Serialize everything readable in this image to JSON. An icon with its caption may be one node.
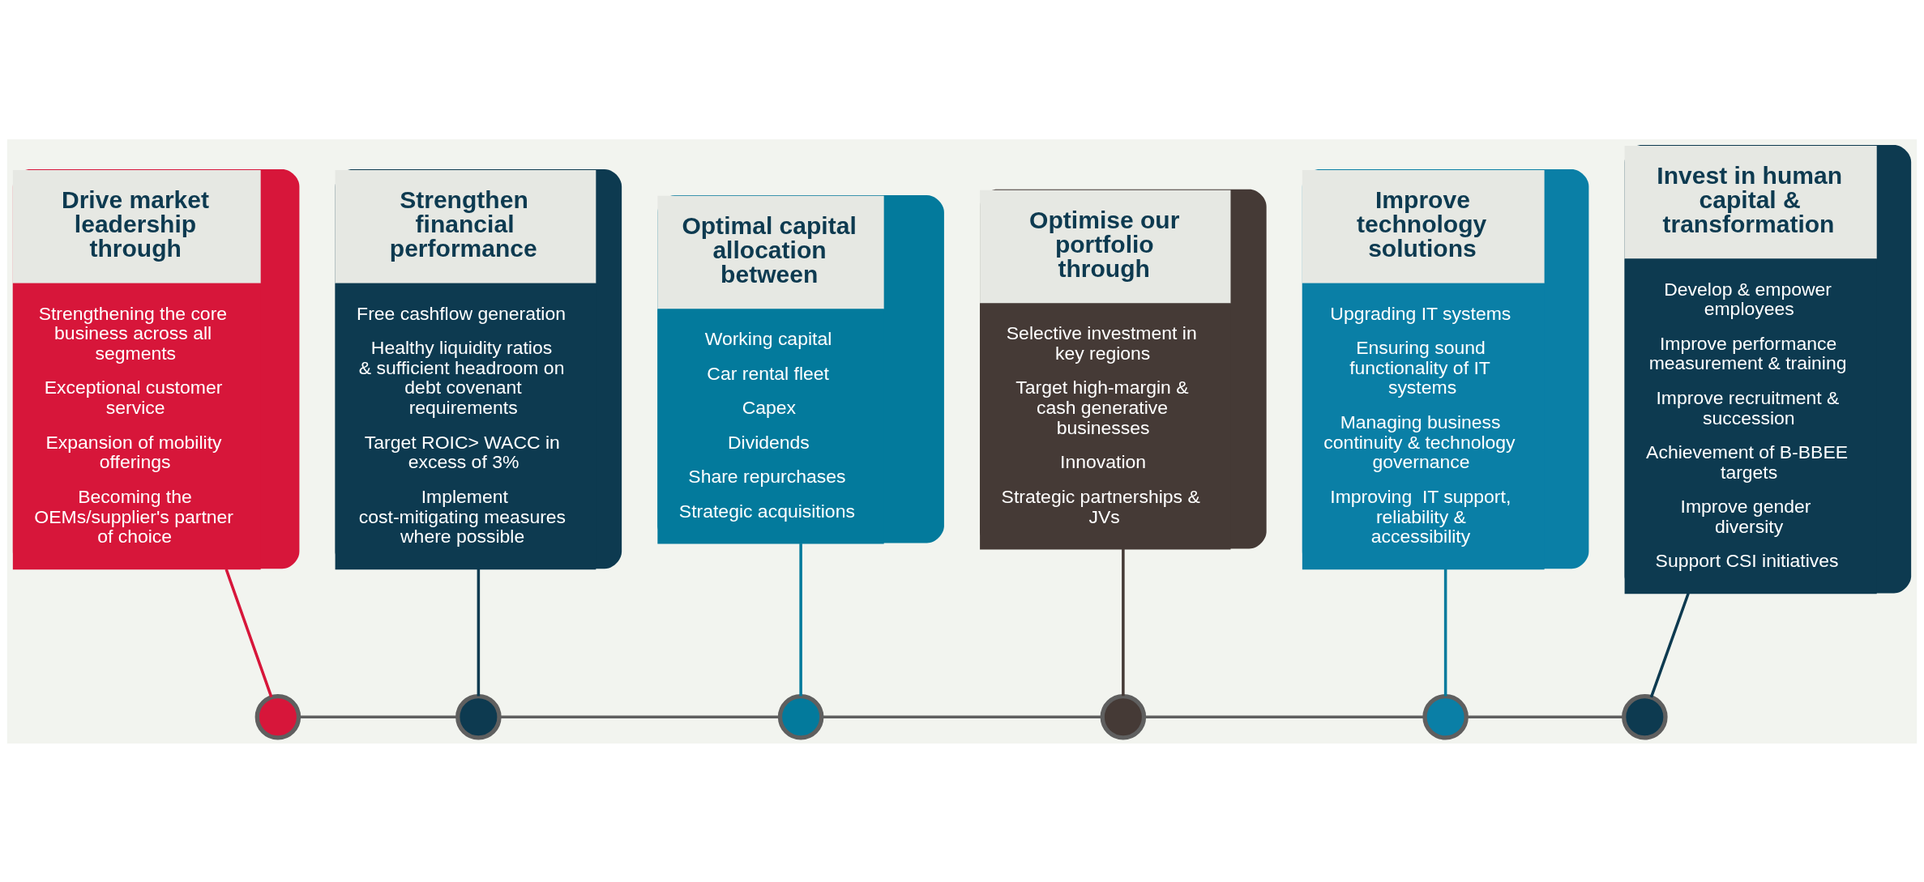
{
  "diagram": {
    "nodes": [
      {
        "text": [
          "Drive market leadership through",
          "Strengthening the core business across all segments",
          "Exceptional customer service",
          "Expansion of mobility offerings",
          "Becoming the OEMs/supplier's partner of choice"
        ]
      },
      {
        "text": [
          "Strengthen financial performance",
          "Free cashflow generation",
          "Healthy liquidity ratios & sufficient headroom on debt covenant requirements",
          "Target ROIC> WACC in excess of 3%",
          "Implement cost-mitigating measures where possible"
        ]
      },
      {
        "text": [
          "Optimal capital allocation between",
          "Working capital",
          "Car rental fleet",
          "Capex",
          "Dividends",
          "Share repurchases",
          "Strategic acquisitions"
        ]
      },
      {
        "text": [
          "Optimise our portfolio through",
          "Selective investment in key regions",
          "Target high-margin & cash generative businesses",
          "Innovation",
          "Strategic partnerships & JVs"
        ]
      },
      {
        "text": [
          "Improve technology solutions",
          "Upgrading IT systems",
          "Ensuring sound functionality of IT systems",
          "Managing business continuity & technology governance",
          "Improving  IT support, reliability & accessibility"
        ]
      },
      {
        "text": [
          "Invest in human capital & transformation",
          "Develop & empower employees",
          "Improve performance measurement & training",
          "Improve recruitment & succession",
          "Achievement of B-BBEE targets",
          "Improve gender  diversity",
          "Support CSI initiatives"
        ]
      },
      {
        "text": [],
        "shape": "circle"
      },
      {
        "text": [],
        "shape": "circle"
      },
      {
        "text": [],
        "shape": "circle"
      },
      {
        "text": [],
        "shape": "circle"
      },
      {
        "text": [],
        "shape": "circle"
      },
      {
        "text": [],
        "shape": "circle"
      }
    ],
    "edges": [
      {
        "from": 0,
        "to": 6,
        "arrow": "none",
        "color": "#d7163a"
      },
      {
        "from": 1,
        "to": 7,
        "arrow": "none",
        "color": "#0d3a50"
      },
      {
        "from": 2,
        "to": 8,
        "arrow": "none",
        "color": "#037a9c"
      },
      {
        "from": 3,
        "to": 9,
        "arrow": "none",
        "color": "#453a36"
      },
      {
        "from": 4,
        "to": 10,
        "arrow": "none",
        "color": "#037a9c"
      },
      {
        "from": 5,
        "to": 11,
        "arrow": "none",
        "color": "#0d3a50"
      },
      {
        "from": 6,
        "to": 7,
        "arrow": "none",
        "color": "#5f5f5f"
      },
      {
        "from": 7,
        "to": 8,
        "arrow": "none",
        "color": "#5f5f5f"
      },
      {
        "from": 8,
        "to": 9,
        "arrow": "none",
        "color": "#5f5f5f"
      },
      {
        "from": 9,
        "to": 10,
        "arrow": "none",
        "color": "#5f5f5f"
      },
      {
        "from": 10,
        "to": 11,
        "arrow": "none",
        "color": "#5f5f5f"
      }
    ]
  }
}
